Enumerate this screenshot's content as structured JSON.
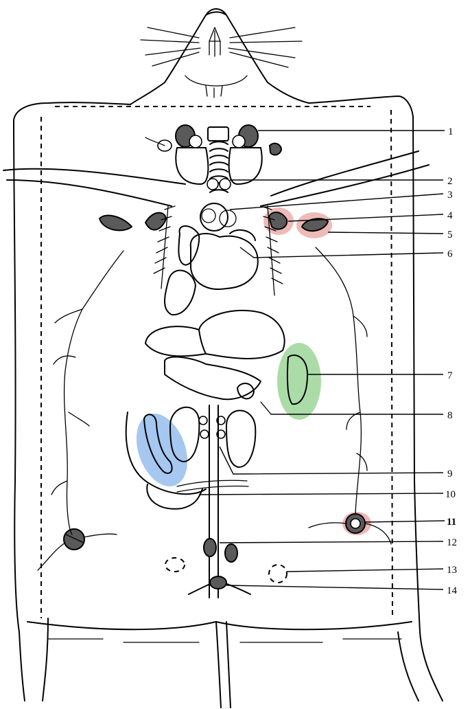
{
  "labels": [
    "1",
    "2",
    "3",
    "4",
    "5",
    "6",
    "7",
    "8",
    "9",
    "10",
    "11",
    "12",
    "13",
    "14"
  ],
  "highlight_colors": {
    "red": "#e8a3a0",
    "green": "#8fd08a",
    "blue": "#8fb9ec"
  }
}
